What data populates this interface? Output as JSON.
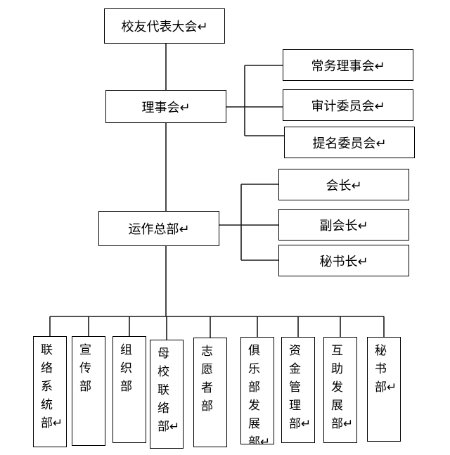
{
  "chart": {
    "top": "校友代表大会↵",
    "council": "理事会↵",
    "council_subs": [
      "常务理事会↵",
      "审计委员会↵",
      "提名委员会↵"
    ],
    "hq": "运作总部↵",
    "hq_subs": [
      "会长↵",
      "副会长↵",
      "秘书长↵"
    ],
    "departments": [
      "联络系统部↵",
      "宣传部",
      "组织部",
      "母校联络部↵",
      "志愿者部",
      "俱乐部发展部↵",
      "资金管理部↵",
      "互助发展部↵",
      "秘书部↵"
    ]
  },
  "colors": {
    "line": "#1a1a1a",
    "box_border": "#000000",
    "background": "#ffffff"
  }
}
